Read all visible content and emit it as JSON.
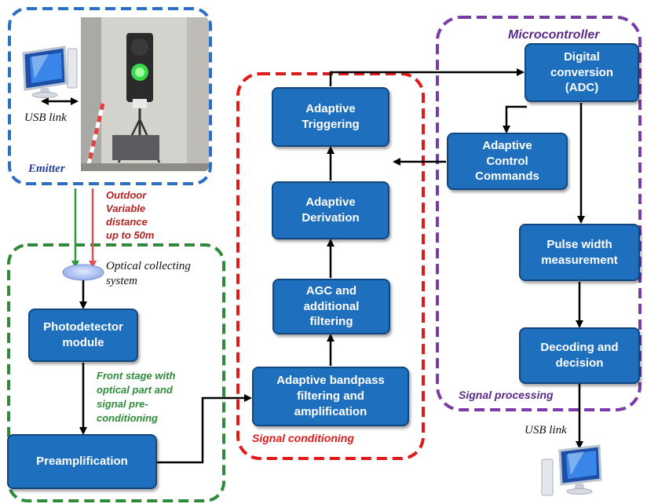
{
  "blocks": {
    "photodetector": "Photodetector\nmodule",
    "preamplification": "Preamplification",
    "bandpass": "Adaptive bandpass\nfiltering and\namplification",
    "agc": "AGC and\nadditional\nfiltering",
    "derivation": "Adaptive\nDerivation",
    "triggering": "Adaptive\nTriggering",
    "adc": "Digital\nconversion\n(ADC)",
    "control": "Adaptive\nControl\nCommands",
    "pulse_width": "Pulse width\nmeasurement",
    "decoding": "Decoding and\ndecision"
  },
  "groups": {
    "emitter": "Emitter",
    "microcontroller": "Microcontroller",
    "signal_processing": "Signal processing",
    "signal_conditioning": "Signal conditioning"
  },
  "labels": {
    "usb_link_top": "USB link",
    "usb_link_bottom": "USB link",
    "outdoor": "Outdoor\nVariable\ndistance\nup to 50m",
    "optical_system": "Optical collecting\nsystem",
    "front_stage": "Front stage with\noptical part and\nsignal pre-\nconditioning"
  },
  "colors": {
    "block_fill": "#1f6fbf",
    "block_border": "#12467e",
    "emitter_border": "#2b6fc4",
    "front_stage_border": "#2e8b3a",
    "conditioning_border": "#e01a1a",
    "microcontroller_border": "#7a3aa8",
    "outdoor_text": "#b22222",
    "front_stage_text": "#2e8b3a"
  }
}
